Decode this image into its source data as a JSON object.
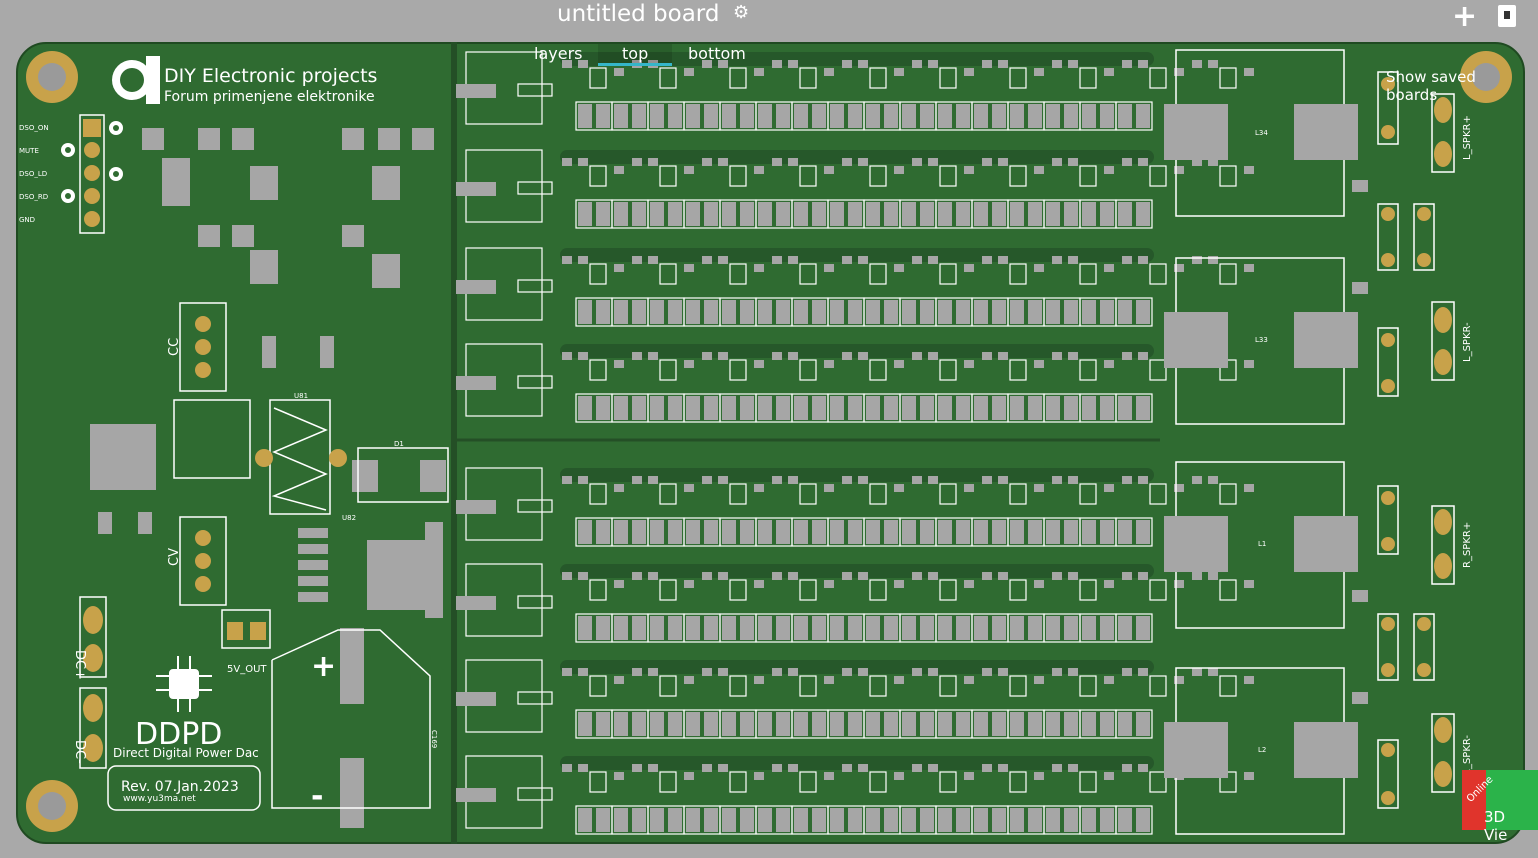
{
  "app": {
    "title": "untitled board"
  },
  "tabs": [
    {
      "label": "layers"
    },
    {
      "label": "top"
    },
    {
      "label": "bottom"
    }
  ],
  "right_panel": {
    "saved_boards": "Show saved boards"
  },
  "badge": {
    "online": "Online",
    "view3d": "3D Vie"
  },
  "silkscreen": {
    "heading": "DIY Electronic projects",
    "subheading": "Forum primenjene elektronike",
    "logo": "DDPD",
    "product": "Direct Digital Power Dac",
    "revision": "Rev. 07.Jan.2023",
    "website": "www.yu3ma.net",
    "header_pins": [
      "DSO_ON",
      "MUTE",
      "DSO_LD",
      "DSO_RD",
      "GND"
    ],
    "dc_plus": "DC+",
    "dc_minus": "DC-",
    "cc": "CC",
    "cv": "CV",
    "out5v": "5V_OUT",
    "speakers": [
      "L_SPKR+",
      "L_SPKR-",
      "R_SPKR+",
      "R_SPKR-"
    ],
    "inductors": [
      "L34",
      "L33",
      "L1",
      "L2"
    ],
    "u81": "U81",
    "u82": "U82",
    "d1": "D1",
    "c169": "C169"
  },
  "colors": {
    "board": "#2f6b31",
    "copper": "#2a602c",
    "pad": "#a6a6a6",
    "hole": "#c8a24a",
    "silk": "#ffffff",
    "accent": "#35b6c9"
  }
}
